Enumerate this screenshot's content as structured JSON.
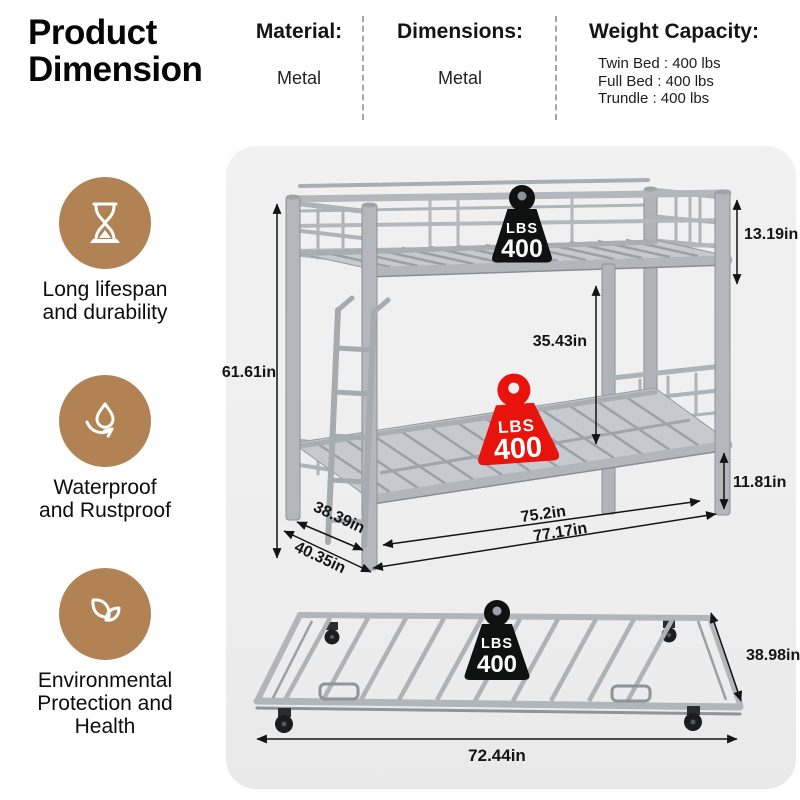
{
  "header": {
    "title_line1": "Product",
    "title_line2": "Dimension"
  },
  "specs": {
    "material_label": "Material:",
    "material_value": "Metal",
    "dimensions_label": "Dimensions:",
    "dimensions_value": "Metal",
    "weight_label": "Weight Capacity:",
    "weight_line1": "Twin Bed : 400 lbs",
    "weight_line2": "Full Bed : 400 lbs",
    "weight_line3": "Trundle : 400 lbs"
  },
  "features": {
    "f1_line1": "Long lifespan",
    "f1_line2": "and durability",
    "f2_line1": "Waterproof",
    "f2_line2": "and Rustproof",
    "f3_line1": "Environmental",
    "f3_line2": "Protection and",
    "f3_line3": "Health"
  },
  "dims": {
    "total_height": "61.61in",
    "guardrail_height": "13.19in",
    "bunk_clearance": "35.43in",
    "bottom_height": "11.81in",
    "inner_length": "75.2in",
    "outer_length": "77.17in",
    "inner_depth": "38.39in",
    "outer_depth": "40.35in"
  },
  "trundle": {
    "depth": "38.98in",
    "length": "72.44in"
  },
  "badges": {
    "top_unit": "LBS",
    "top_value": "400",
    "bottom_unit": "LBS",
    "bottom_value": "400",
    "trundle_unit": "LBS",
    "trundle_value": "400"
  },
  "colors": {
    "accent_tan": "#b18354",
    "badge_black": "#0f1010",
    "badge_red": "#e8130d",
    "frame_silver": "#b4b8bd",
    "panel_bg": "#efefef"
  }
}
